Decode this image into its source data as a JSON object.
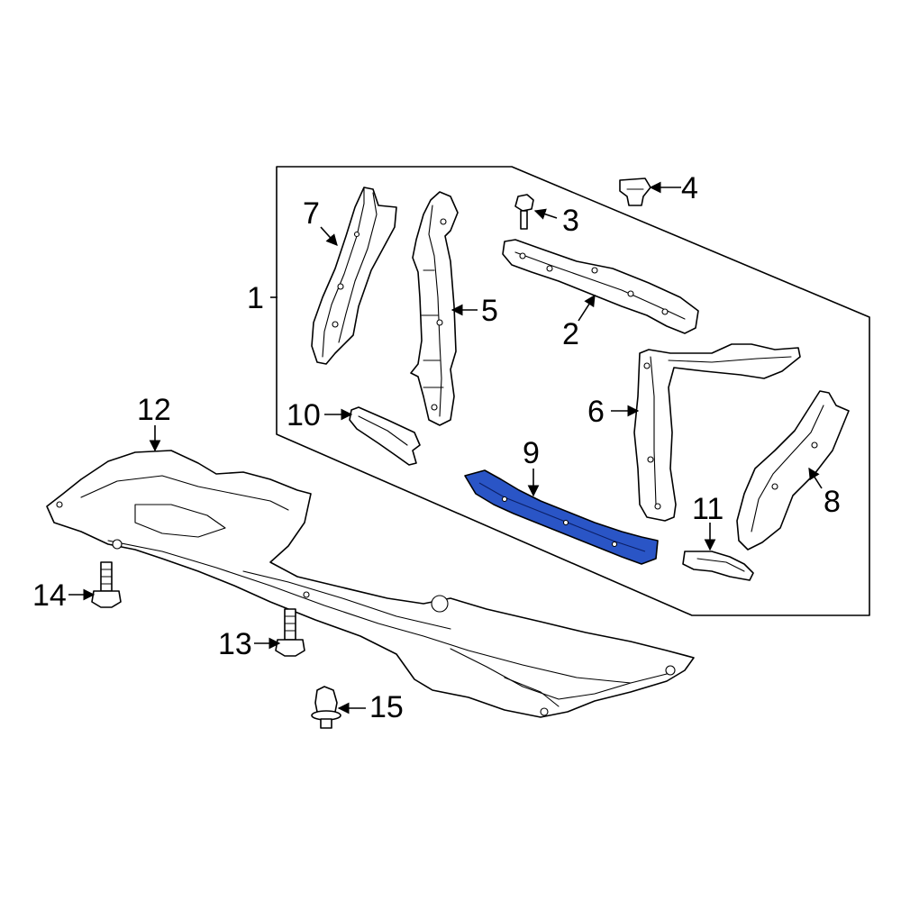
{
  "diagram": {
    "callouts": [
      {
        "id": "1",
        "label": "1"
      },
      {
        "id": "2",
        "label": "2"
      },
      {
        "id": "3",
        "label": "3"
      },
      {
        "id": "4",
        "label": "4"
      },
      {
        "id": "5",
        "label": "5"
      },
      {
        "id": "6",
        "label": "6"
      },
      {
        "id": "7",
        "label": "7"
      },
      {
        "id": "8",
        "label": "8"
      },
      {
        "id": "9",
        "label": "9"
      },
      {
        "id": "10",
        "label": "10"
      },
      {
        "id": "11",
        "label": "11"
      },
      {
        "id": "12",
        "label": "12"
      },
      {
        "id": "13",
        "label": "13"
      },
      {
        "id": "14",
        "label": "14"
      },
      {
        "id": "15",
        "label": "15"
      }
    ],
    "highlighted_part": "9",
    "colors": {
      "highlight": "#2a55c6",
      "line": "#000000",
      "background": "#ffffff"
    }
  }
}
